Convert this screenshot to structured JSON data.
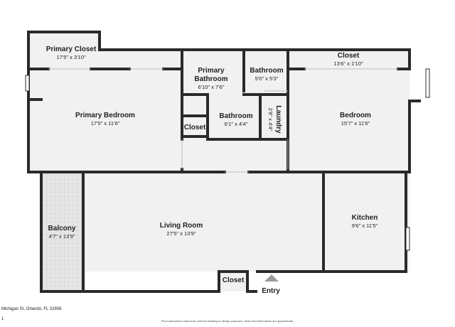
{
  "rooms": {
    "primary_closet": {
      "name": "Primary Closet",
      "dim": "17'5\" x 3'10\""
    },
    "primary_bathroom": {
      "name": "Primary Bathroom",
      "dim": "6'10\" x 7'6\""
    },
    "top_bathroom": {
      "name": "Bathroom",
      "dim": "5'0\" x 5'3\""
    },
    "top_closet": {
      "name": "Closet",
      "dim": "13'6\" x 1'10\""
    },
    "primary_bedroom": {
      "name": "Primary Bedroom",
      "dim": "17'5\" x 11'6\""
    },
    "closet_small": {
      "name": "Closet"
    },
    "mid_bathroom": {
      "name": "Bathroom",
      "dim": "6'1\" x 4'4\""
    },
    "laundry": {
      "name": "Laundry",
      "dim": "2'8\" x 4'4\""
    },
    "bedroom": {
      "name": "Bedroom",
      "dim": "15'7\" x 11'6\""
    },
    "balcony": {
      "name": "Balcony",
      "dim": "4'7\" x 13'9\""
    },
    "living_room": {
      "name": "Living Room",
      "dim": "27'5\" x 13'9\""
    },
    "kitchen": {
      "name": "Kitchen",
      "dim": "9'6\" x 11'5\""
    },
    "bottom_closet": {
      "name": "Closet"
    }
  },
  "entry_label": "Entry",
  "address": "Michigan St, Orlando, FL 32806",
  "page_number": "1",
  "disclaimer": "Floor plans/tours cannot be used for building or design purposes. Sizes and dimensions are approximate.",
  "colors": {
    "wall": "#2a2a2a",
    "floor": "#f1f1f1",
    "balcony": "#e4e4e4",
    "arrow": "#9a9a9a"
  }
}
